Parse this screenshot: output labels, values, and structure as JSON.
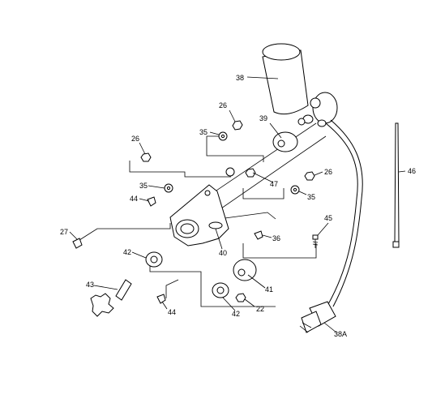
{
  "diagram": {
    "callouts": [
      {
        "id": "c38",
        "text": "38"
      },
      {
        "id": "c26a",
        "text": "26"
      },
      {
        "id": "c39",
        "text": "39"
      },
      {
        "id": "c35a",
        "text": "35"
      },
      {
        "id": "c26b",
        "text": "26"
      },
      {
        "id": "c35b",
        "text": "35"
      },
      {
        "id": "c44a",
        "text": "44"
      },
      {
        "id": "c47",
        "text": "47"
      },
      {
        "id": "c26c",
        "text": "26"
      },
      {
        "id": "c35c",
        "text": "35"
      },
      {
        "id": "c46",
        "text": "46"
      },
      {
        "id": "c45",
        "text": "45"
      },
      {
        "id": "c27",
        "text": "27"
      },
      {
        "id": "c36",
        "text": "36"
      },
      {
        "id": "c40",
        "text": "40"
      },
      {
        "id": "c42a",
        "text": "42"
      },
      {
        "id": "c43",
        "text": "43"
      },
      {
        "id": "c41",
        "text": "41"
      },
      {
        "id": "c22",
        "text": "22"
      },
      {
        "id": "c44b",
        "text": "44"
      },
      {
        "id": "c42b",
        "text": "42"
      },
      {
        "id": "c38A",
        "text": "38A"
      }
    ]
  }
}
